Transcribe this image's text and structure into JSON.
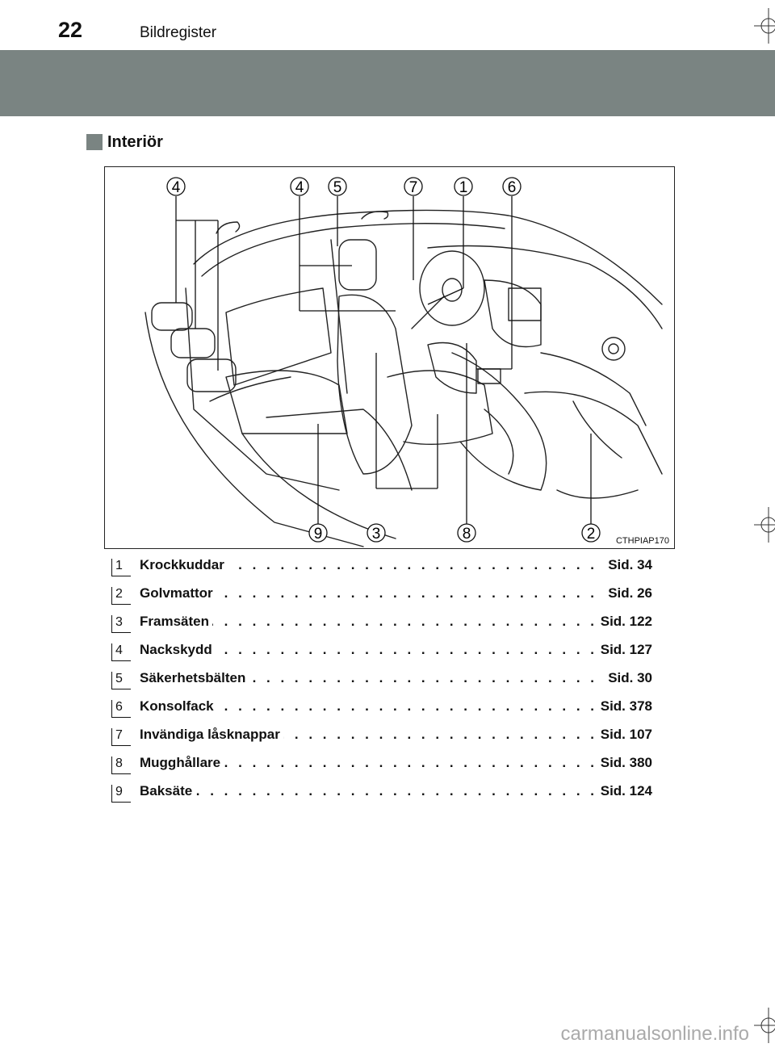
{
  "header": {
    "page_number": "22",
    "section": "Bildregister"
  },
  "section": {
    "title": "Interiör"
  },
  "figure": {
    "code": "CTHPIAP170",
    "top_callouts": [
      "4",
      "4",
      "5",
      "7",
      "1",
      "6"
    ],
    "bottom_callouts": [
      "9",
      "3",
      "8",
      "2"
    ]
  },
  "items": [
    {
      "num": "1",
      "label": "Krockkuddar",
      "page": "Sid. 34"
    },
    {
      "num": "2",
      "label": "Golvmattor",
      "page": "Sid. 26"
    },
    {
      "num": "3",
      "label": "Framsäten",
      "page": "Sid. 122"
    },
    {
      "num": "4",
      "label": "Nackskydd",
      "page": "Sid. 127"
    },
    {
      "num": "5",
      "label": "Säkerhetsbälten",
      "page": "Sid. 30"
    },
    {
      "num": "6",
      "label": "Konsolfack",
      "page": "Sid. 378"
    },
    {
      "num": "7",
      "label": "Invändiga låsknappar",
      "page": "Sid. 107"
    },
    {
      "num": "8",
      "label": "Mugghållare",
      "page": "Sid. 380"
    },
    {
      "num": "9",
      "label": "Baksäte",
      "page": "Sid. 124"
    }
  ],
  "watermark": "carmanualsonline.info"
}
